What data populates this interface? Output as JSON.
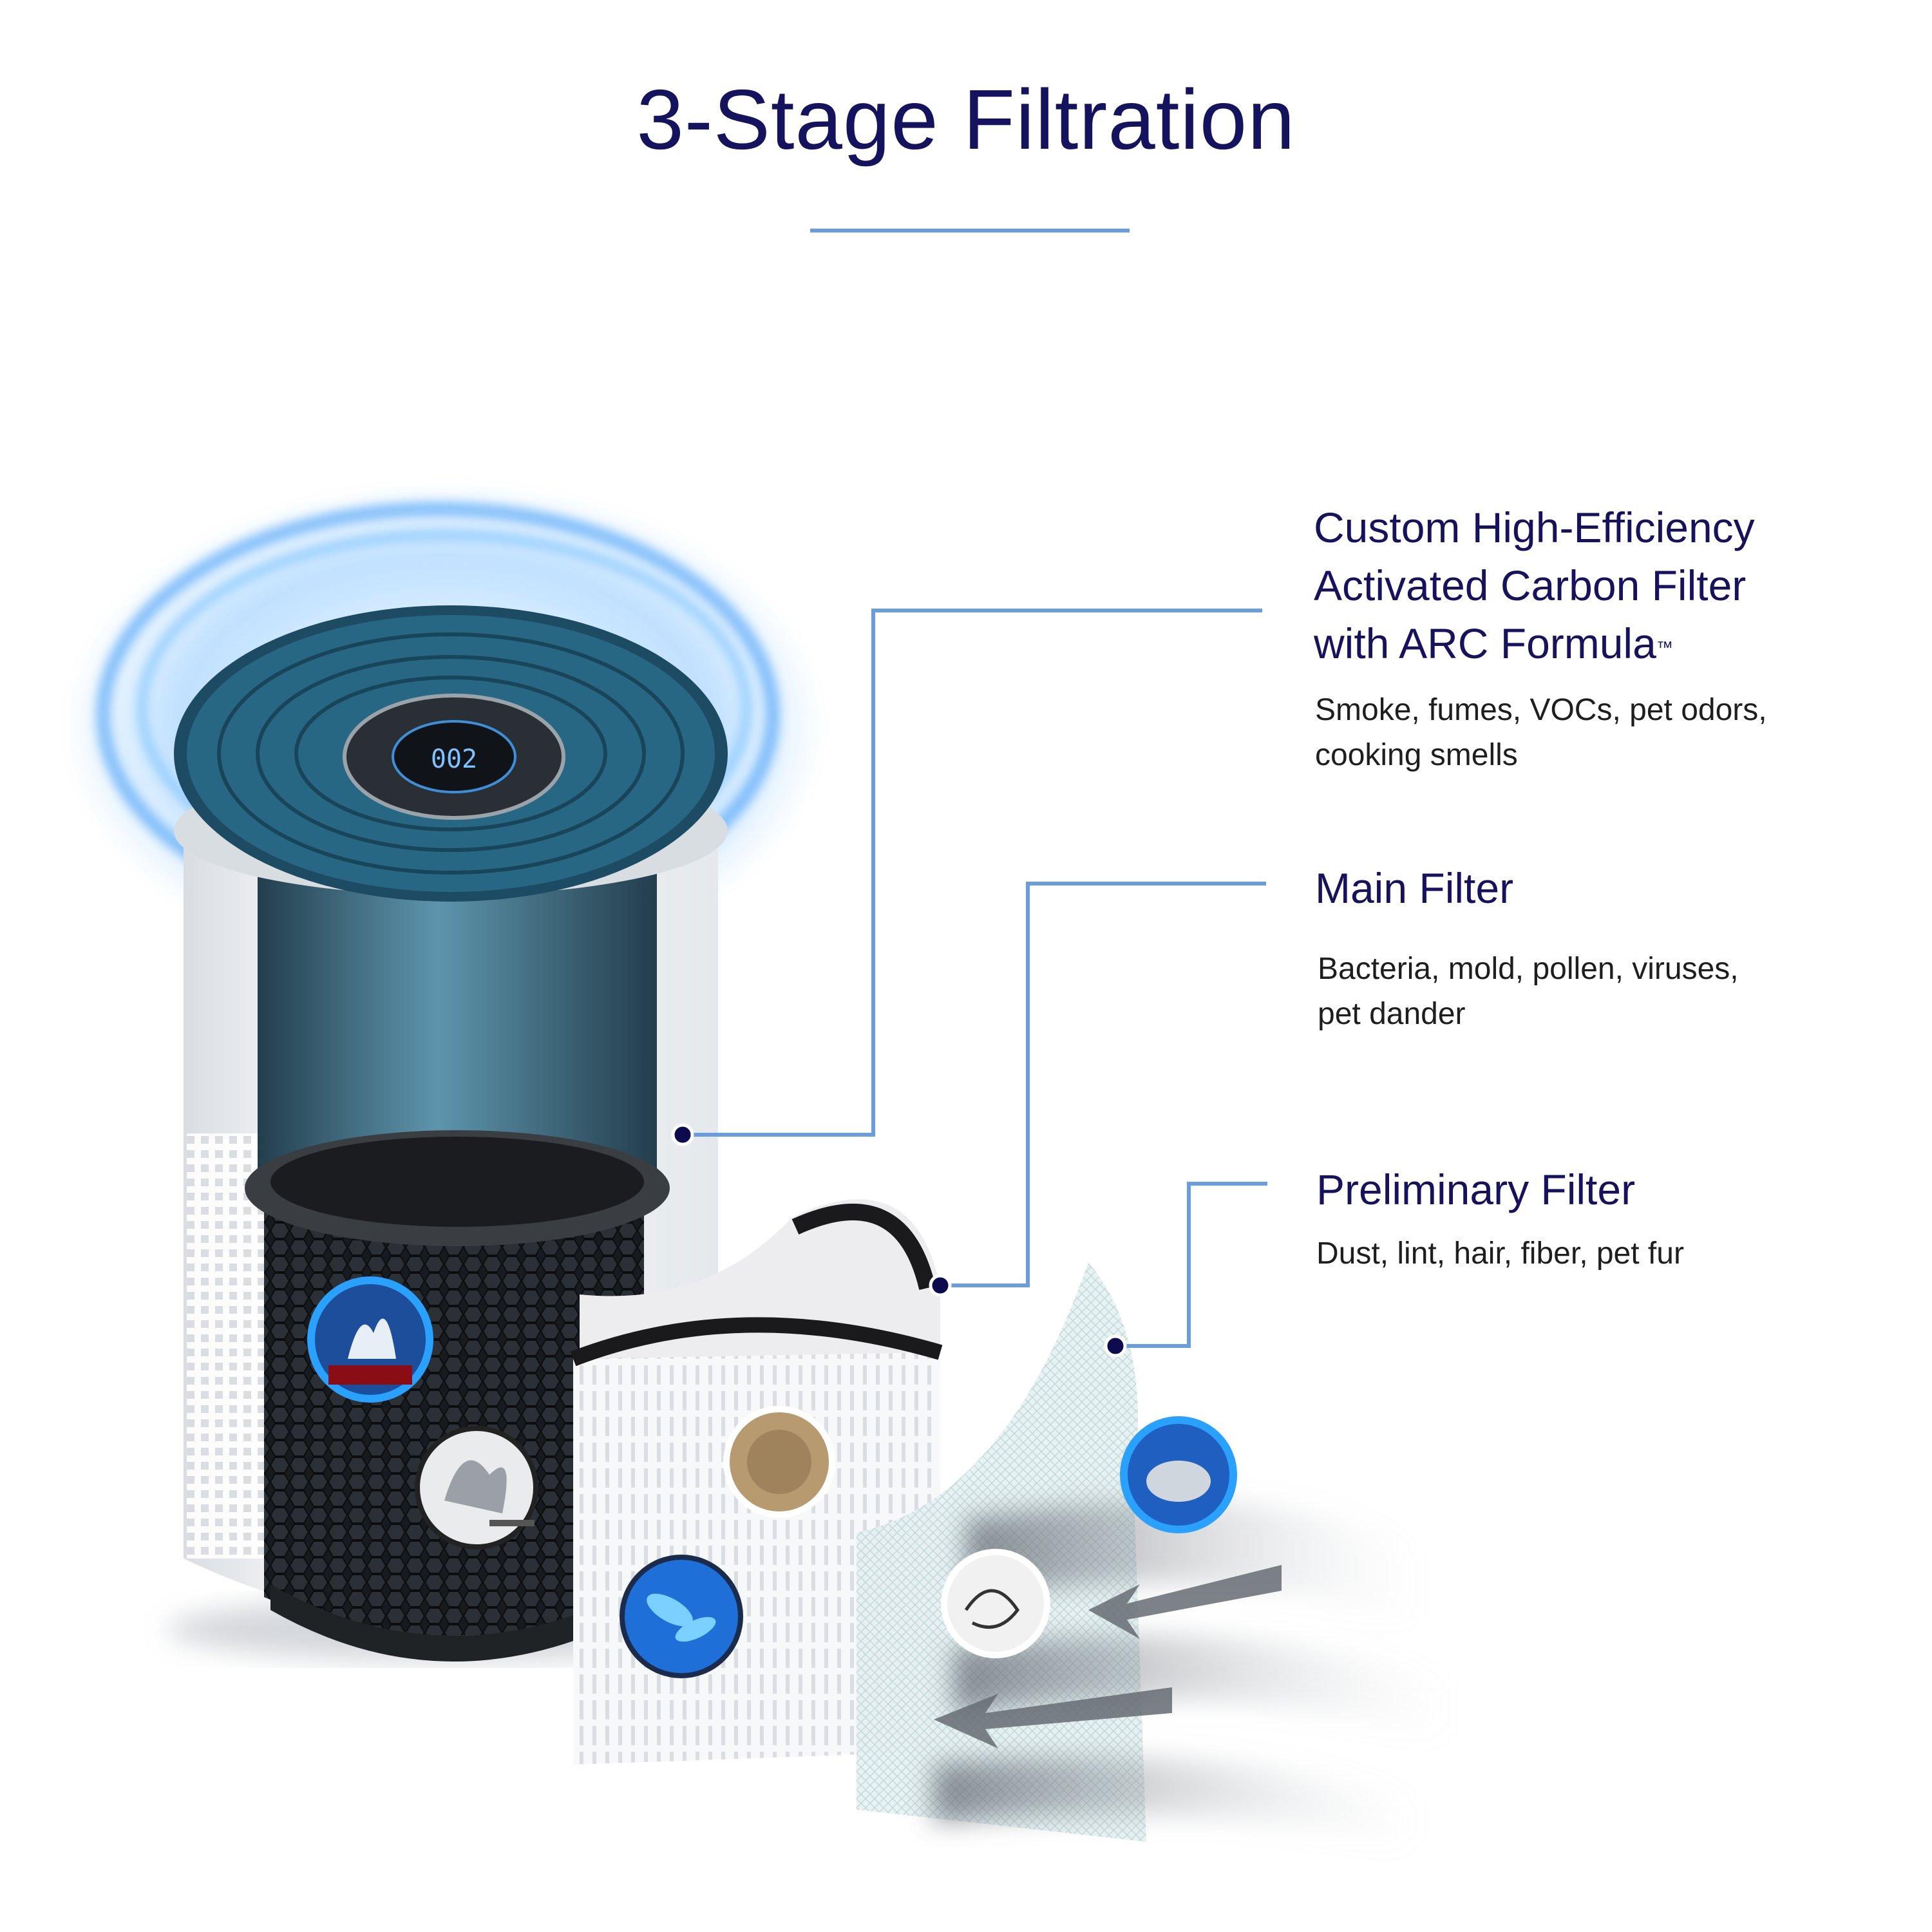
{
  "title": "3-Stage Filtration",
  "display_value": "002",
  "filters": [
    {
      "heading_line1": "Custom High-Efficiency",
      "heading_line2": "Activated Carbon Filter",
      "heading_line3": "with ARC Formula",
      "trademark": "™",
      "desc_line1": "Smoke, fumes, VOCs, pet odors,",
      "desc_line2": "cooking smells"
    },
    {
      "heading_line1": "Main Filter",
      "desc_line1": "Bacteria, mold, pollen, viruses,",
      "desc_line2": "pet dander"
    },
    {
      "heading_line1": "Preliminary Filter",
      "desc_line1": "Dust, lint, hair, fiber, pet fur"
    }
  ],
  "colors": {
    "title": "#15125e",
    "accent_line": "#6b9be0",
    "dot": "#0d0b4e",
    "glow": "#1e90ff"
  },
  "icons": [
    "steam-icon",
    "smoke-icon",
    "fur-icon",
    "bacteria-icon",
    "dust-icon",
    "hair-icon",
    "airflow-arrow-icon"
  ]
}
